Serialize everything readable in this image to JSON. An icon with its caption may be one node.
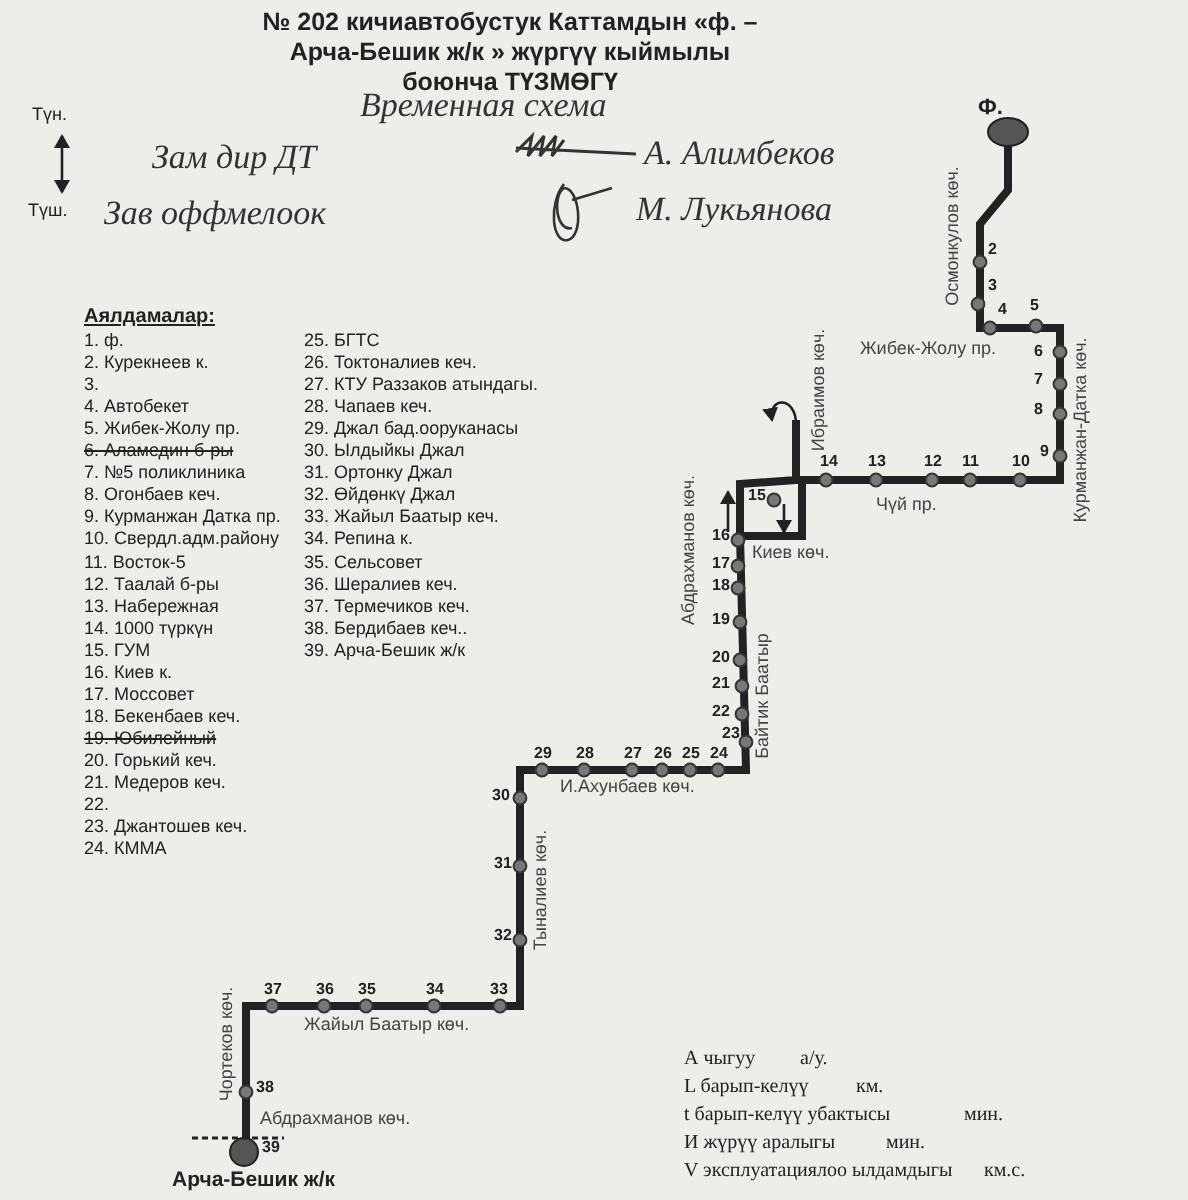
{
  "diagram": {
    "title": "№ 202 кичиавтобустук Каттамдын «ф. – Арча-Бешик ж/к » жүргүү кыймылы боюнча ТҮЗМӨГҮ",
    "labels": [
      "Түн.",
      "Түш.",
      "Временная схема",
      "Зам дир ДТ",
      "А. Алимбеков",
      "Зав оффмелоок",
      "М. Лукьянова",
      "Ф.",
      "Аялдамалар:",
      "1. ф.",
      "2. Курекнеев к.",
      "3.",
      "4. Автобекет",
      "5. Жибек-Жолу пр.",
      "6. Аламедин б-ры",
      "7. №5 поликлиника",
      "8. Огонбаев кеч.",
      "9. Курманжан Датка пр.",
      "10. Свердл.адм.району",
      "11. Восток-5",
      "12. Таалай б-ры",
      "13. Набережная",
      "14. 1000 түркүн",
      "15. ГУМ",
      "16. Киев к.",
      "17. Моссовет",
      "18. Бекенбаев кеч.",
      "19. Юбилейный",
      "20. Горький кеч.",
      "21. Медеров кеч.",
      "22.",
      "23. Джантошев кеч.",
      "24. КММА",
      "25. БГТС",
      "26. Токтоналиев кеч.",
      "27. КТУ Раззаков атындагы.",
      "28. Чапаев кеч.",
      "29. Джал бад.ооруканасы",
      "30. Ылдыйкы Джал",
      "31. Ортонку Джал",
      "32. Өйдөнкү Джал",
      "33. Жайыл Баатыр кеч.",
      "34. Репина к.",
      "35. Сельсовет",
      "36. Шералиев кеч.",
      "37. Термечиков кеч.",
      "38. Бердибаев кеч..",
      "39. Арча-Бешик ж/к",
      "2",
      "3",
      "4",
      "5",
      "6",
      "7",
      "8",
      "9",
      "10",
      "11",
      "12",
      "13",
      "14",
      "15",
      "16",
      "17",
      "18",
      "19",
      "20",
      "21",
      "22",
      "23",
      "24",
      "25",
      "26",
      "27",
      "28",
      "29",
      "30",
      "31",
      "32",
      "33",
      "34",
      "35",
      "36",
      "37",
      "38",
      "39",
      "Осмонкулов көч.",
      "Жибек-Жолу пр.",
      "Курманжан-Датка көч.",
      "Ибраимов көч.",
      "Чүй пр.",
      "Абдрахманов көч.",
      "Киев көч.",
      "Байтик Баатыр",
      "И.Ахунбаев көч.",
      "Тыналиев көч.",
      "Жайыл Баатыр көч.",
      "Чортеков көч.",
      "Абдрахманов көч.",
      "Арча-Бешик ж/к",
      "А чыгуу",
      "а/у.",
      "L барып-келүү",
      "км.",
      "t барып-келүү убактысы",
      "мин.",
      "И жүрүү аралыгы",
      "мин.",
      "V эксплуатациялоо ылдамдыгы",
      "км.с."
    ]
  }
}
